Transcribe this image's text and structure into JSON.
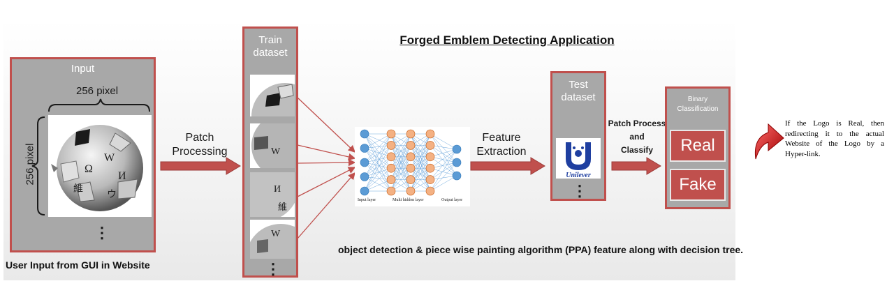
{
  "title": "Forged Emblem Detecting Application",
  "input_panel": {
    "title": "Input",
    "width_label": "256 pixel",
    "height_label": "256 pixel",
    "dots": "⋮"
  },
  "footer_caption": "User Input from GUI in Website",
  "arrow1_label": "Patch\nProcessing",
  "train_panel": {
    "title": "Train\ndataset",
    "dots": "⋮"
  },
  "network": {
    "input_layer": "Input layer",
    "hidden_layer": "Multi hidden layer",
    "output_layer": "Output layer"
  },
  "arrow2_label": "Feature\nExtraction",
  "test_panel": {
    "title": "Test\ndataset",
    "dots": "⋮",
    "logo_text": "Unilever"
  },
  "arrow3_label": "Patch Process\nand\nClassify",
  "binary_panel": {
    "title": "Binary\nClassification",
    "real": "Real",
    "fake": "Fake"
  },
  "bottom_text": "object detection & piece wise painting algorithm (PPA) feature along with decision tree.",
  "side_note": "If the Logo is Real, then redirecting it to the actual Website of the Logo by a Hyper-link.",
  "colors": {
    "accent": "#c0504d",
    "panel": "#a8a8a8",
    "node_blue": "#5b9bd5",
    "node_orange": "#f4b183"
  }
}
